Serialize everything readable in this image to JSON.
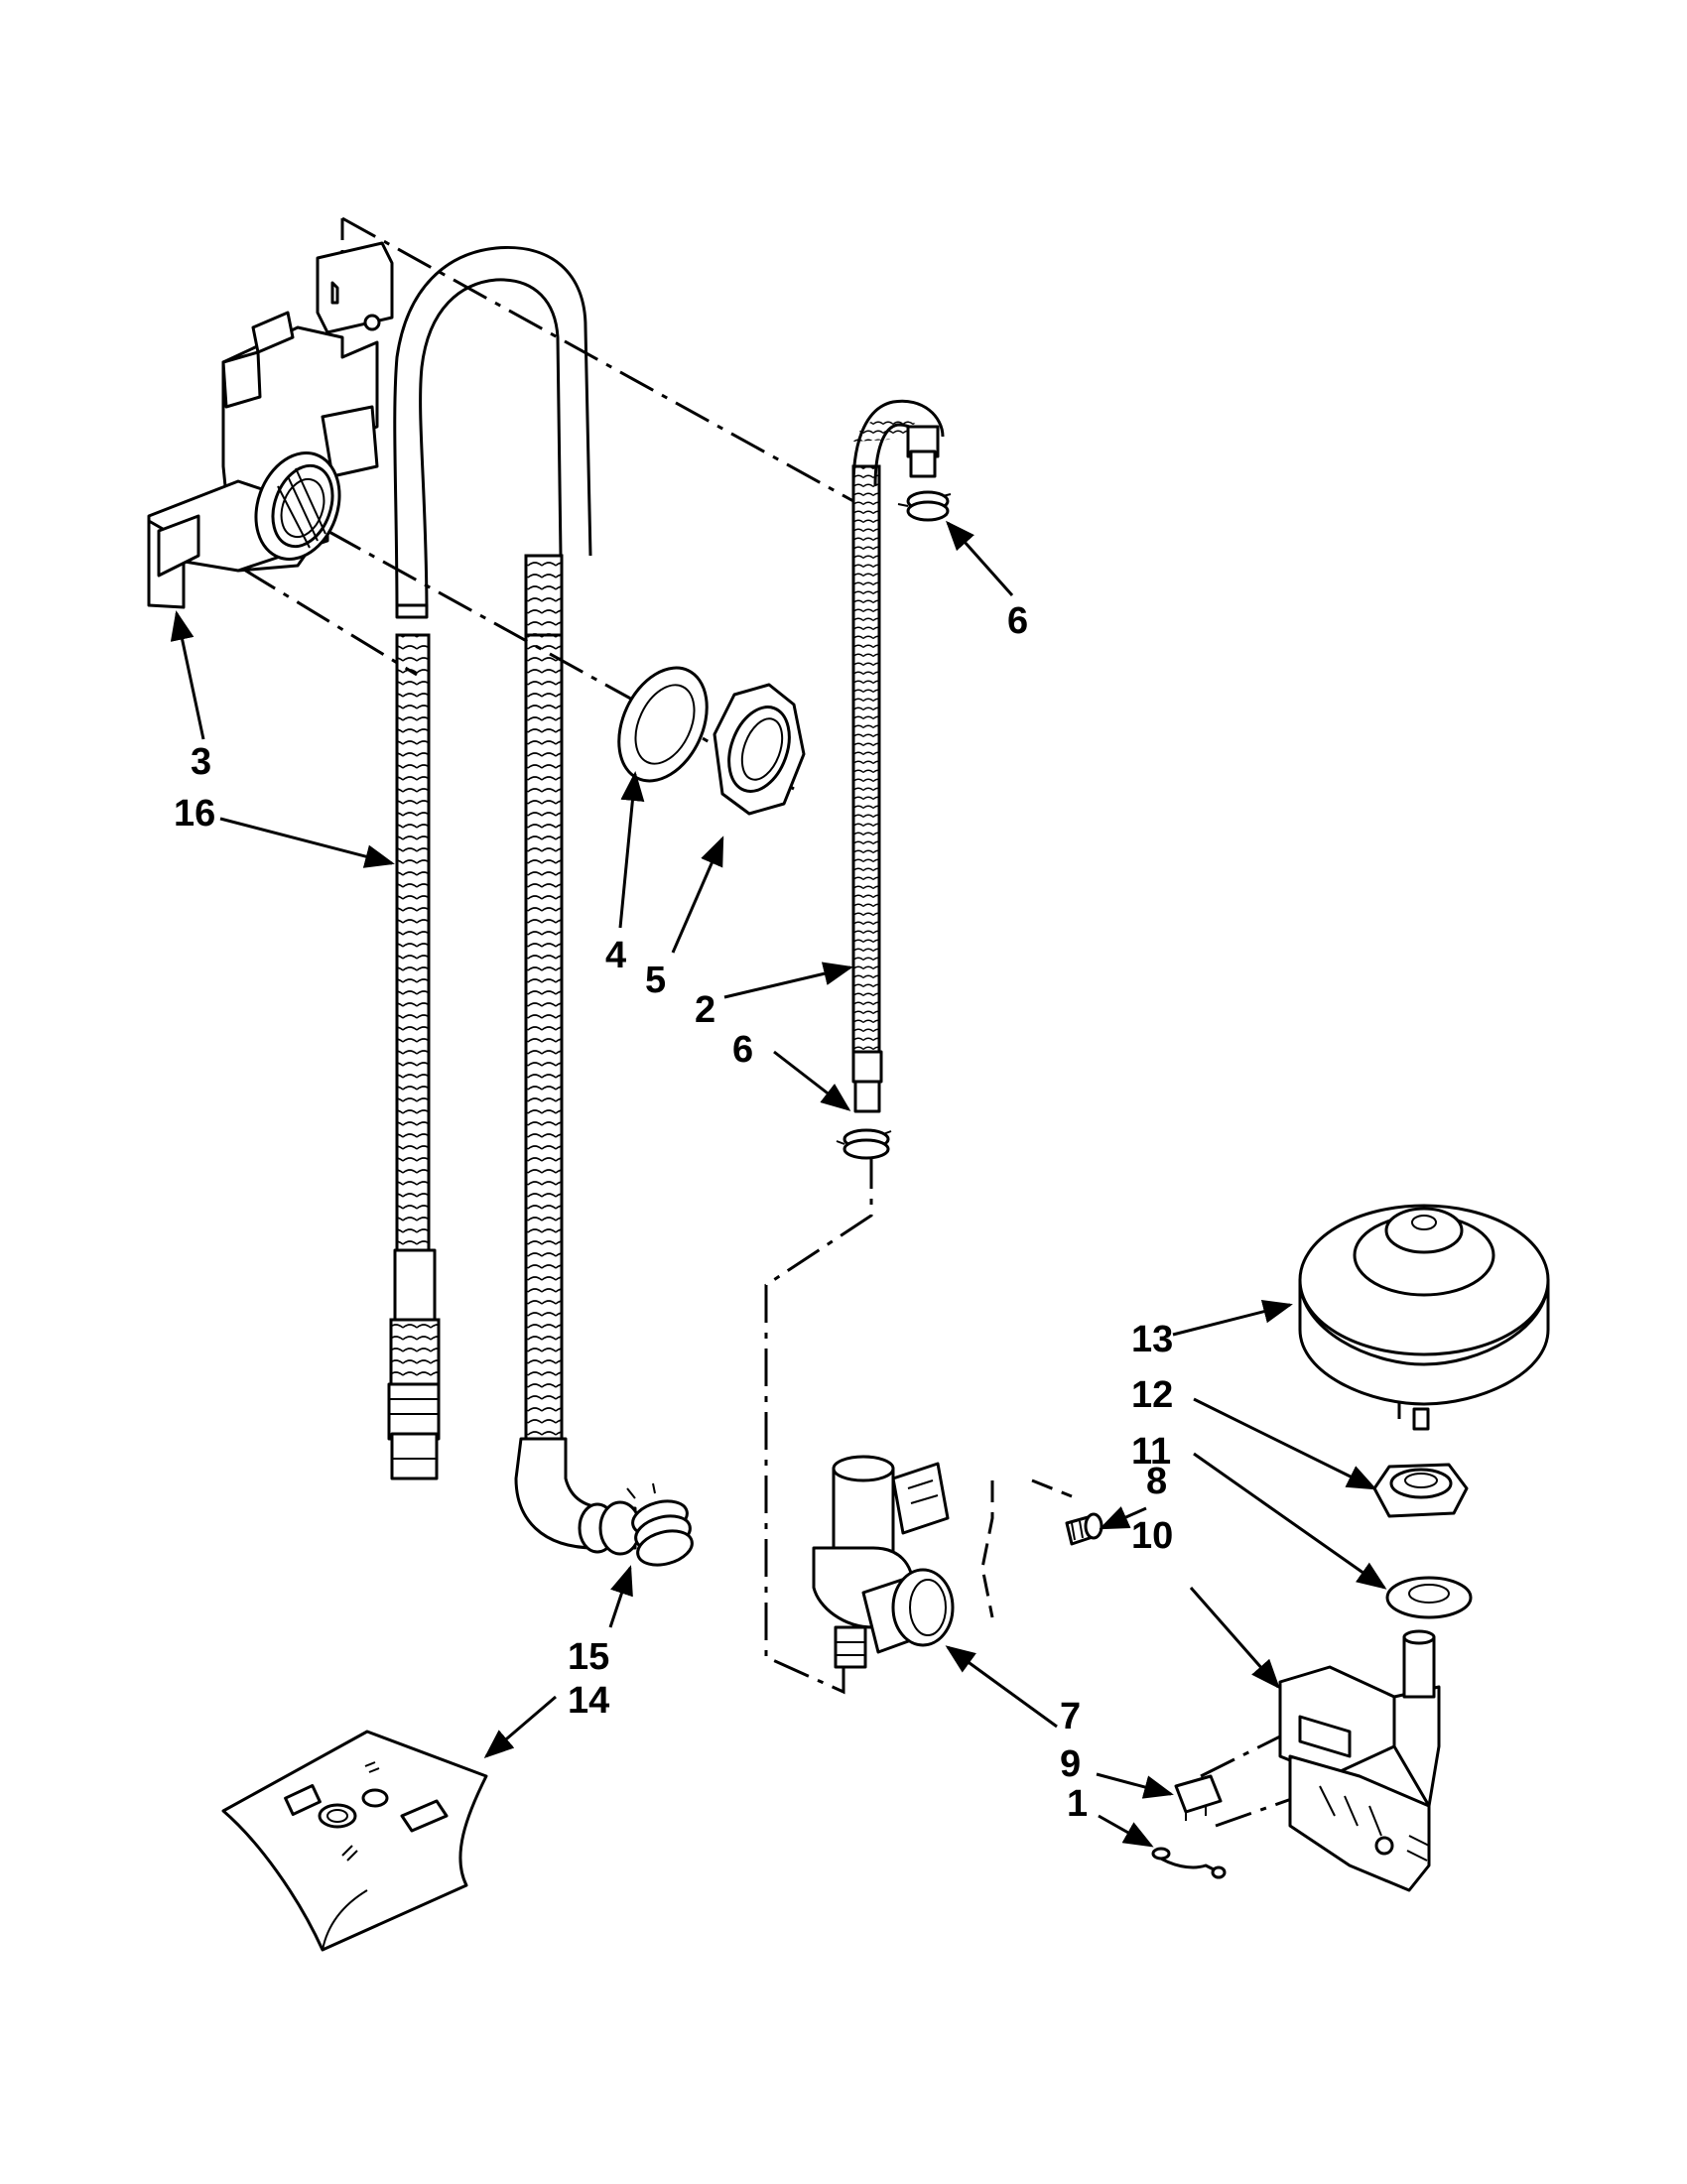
{
  "callouts": [
    {
      "id": "3",
      "label": "3"
    },
    {
      "id": "16",
      "label": "16"
    },
    {
      "id": "4",
      "label": "4"
    },
    {
      "id": "5",
      "label": "5"
    },
    {
      "id": "6-top",
      "label": "6"
    },
    {
      "id": "2",
      "label": "2"
    },
    {
      "id": "6-mid",
      "label": "6"
    },
    {
      "id": "13",
      "label": "13"
    },
    {
      "id": "12",
      "label": "12"
    },
    {
      "id": "11",
      "label": "11"
    },
    {
      "id": "8",
      "label": "8"
    },
    {
      "id": "10",
      "label": "10"
    },
    {
      "id": "15",
      "label": "15"
    },
    {
      "id": "14",
      "label": "14"
    },
    {
      "id": "7",
      "label": "7"
    },
    {
      "id": "9",
      "label": "9"
    },
    {
      "id": "1",
      "label": "1"
    }
  ],
  "parts": {
    "fill_conduit": "fill-conduit-icon",
    "drain_hose": "drain-hose-icon",
    "fill_hose": "fill-hose-icon",
    "corrugated_hose": "corrugated-hose-icon",
    "gasket": "gasket-icon",
    "nut": "nut-icon",
    "hose_clamp": "hose-clamp-icon",
    "water_valve": "water-valve-icon",
    "screw": "screw-icon",
    "float": "float-icon",
    "float_nut": "float-nut-icon",
    "float_seal": "float-seal-icon",
    "float_bracket": "float-bracket-icon",
    "float_switch": "float-switch-icon",
    "wire_harness": "wire-harness-icon",
    "parts_bag": "parts-bag-icon"
  },
  "colors": {
    "line": "#000000",
    "background": "#ffffff"
  }
}
